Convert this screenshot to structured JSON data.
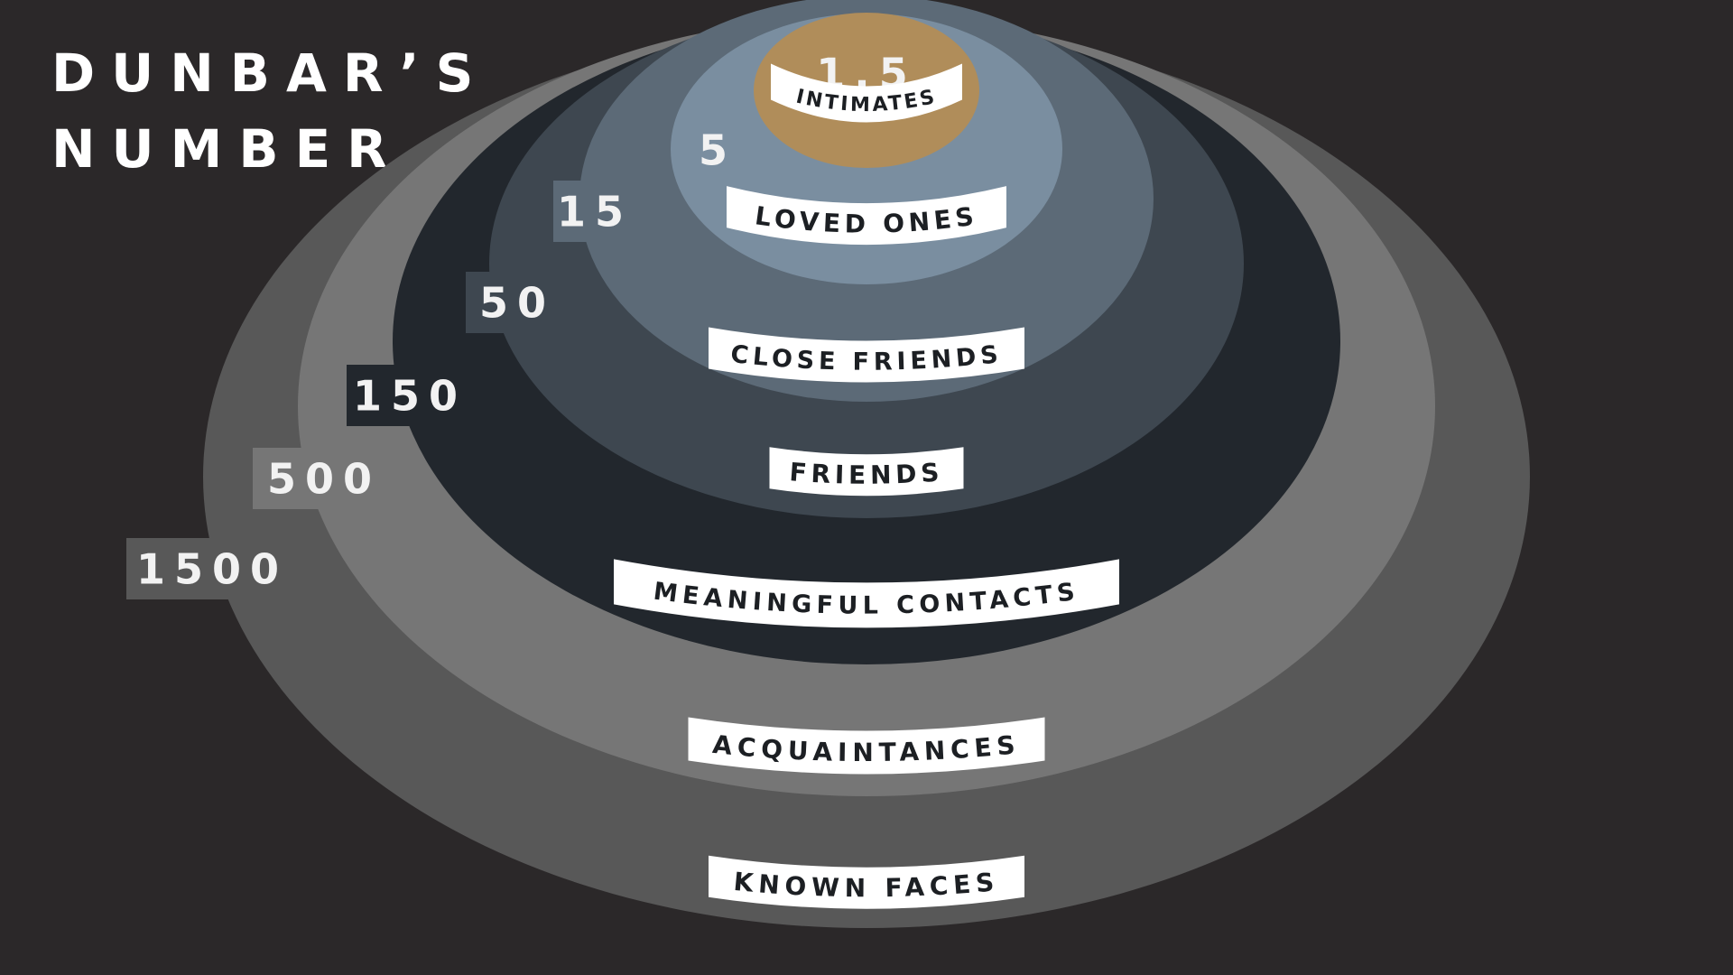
{
  "title": {
    "line1": "DUNBAR’S",
    "line2": "NUMBER"
  },
  "colors": {
    "background": "#2b2829",
    "accent": "#b08d5a",
    "label_bg": "#ffffff",
    "label_text": "#1c1f23"
  },
  "layers": [
    {
      "number": "1500",
      "label": "KNOWN FACES",
      "color": "#585858",
      "badge": "#585858"
    },
    {
      "number": "500",
      "label": "ACQUAINTANCES",
      "color": "#767676",
      "badge": "#767676"
    },
    {
      "number": "150",
      "label": "MEANINGFUL CONTACTS",
      "color": "#22272d",
      "badge": "#22272d"
    },
    {
      "number": "50",
      "label": "FRIENDS",
      "color": "#3e4750",
      "badge": "#3e4750"
    },
    {
      "number": "15",
      "label": "CLOSE FRIENDS",
      "color": "#5c6a77",
      "badge": "#5c6a77"
    },
    {
      "number": "5",
      "label": "LOVED ONES",
      "color": "#7a8ea0",
      "badge": ""
    },
    {
      "number": "1.5",
      "label": "INTIMATES",
      "color": "#b08d5a",
      "badge": ""
    }
  ]
}
